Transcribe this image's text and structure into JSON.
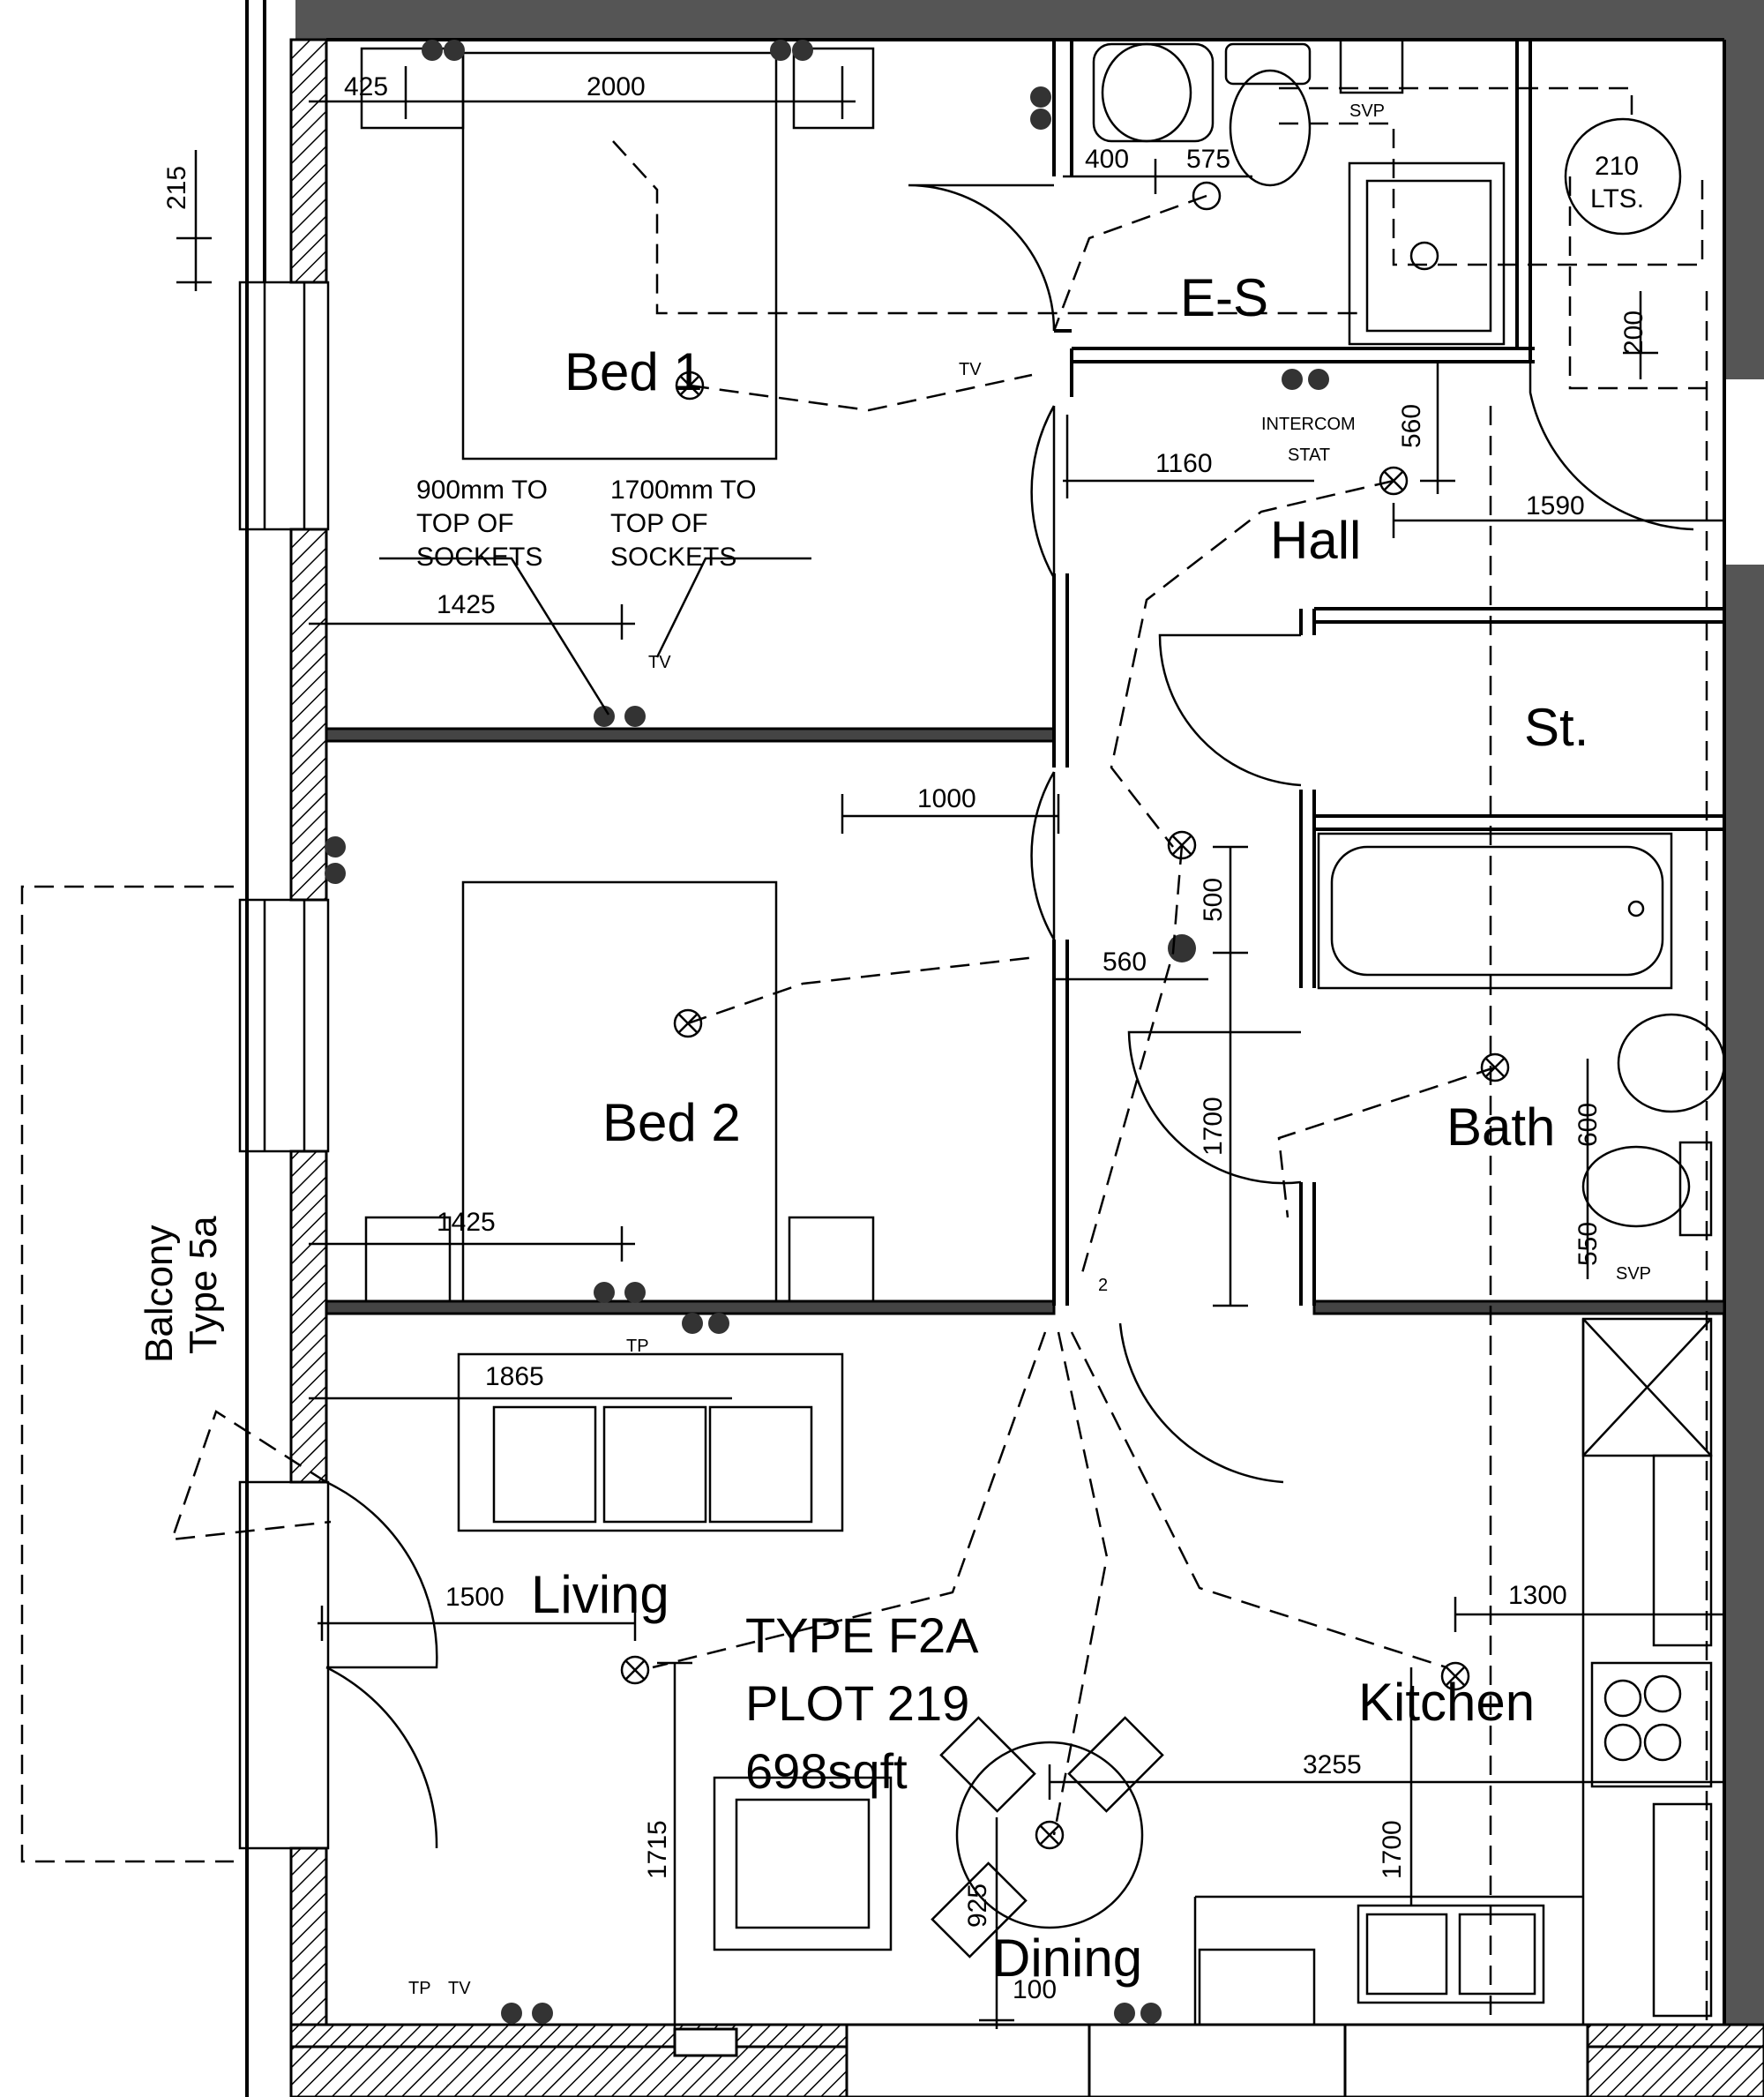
{
  "rooms": {
    "bed1": "Bed 1",
    "bed2": "Bed 2",
    "ensuite": "E-S",
    "hall": "Hall",
    "store": "St.",
    "bath": "Bath",
    "living": "Living",
    "kitchen": "Kitchen",
    "dining": "Dining"
  },
  "plot_info": {
    "line1": "TYPE F2A",
    "line2": "PLOT 219",
    "line3": "698sqft"
  },
  "balcony": {
    "line1": "Balcony",
    "line2": "Type 5a"
  },
  "notes": {
    "sockets_900": [
      "900mm TO",
      "TOP OF",
      "SOCKETS"
    ],
    "sockets_1700": [
      "1700mm TO",
      "TOP OF",
      "SOCKETS"
    ]
  },
  "labels": {
    "svp": "SVP",
    "cylinder": [
      "210",
      "LTS."
    ],
    "intercom": "INTERCOM",
    "stat": "STAT",
    "tv": "TV",
    "tp": "TP",
    "two": "2"
  },
  "dimensions": {
    "d425": "425",
    "d2000": "2000",
    "d215": "215",
    "d400": "400",
    "d575": "575",
    "d200": "200",
    "d560a": "560",
    "d1160": "1160",
    "d1590": "1590",
    "d1425a": "1425",
    "d1000": "1000",
    "d500": "500",
    "d560b": "560",
    "d1700a": "1700",
    "d600": "600",
    "d550": "550",
    "d1425b": "1425",
    "d1865": "1865",
    "d1500": "1500",
    "d1300": "1300",
    "d3255": "3255",
    "d1715": "1715",
    "d925": "925",
    "d1700b": "1700",
    "d100": "100"
  }
}
